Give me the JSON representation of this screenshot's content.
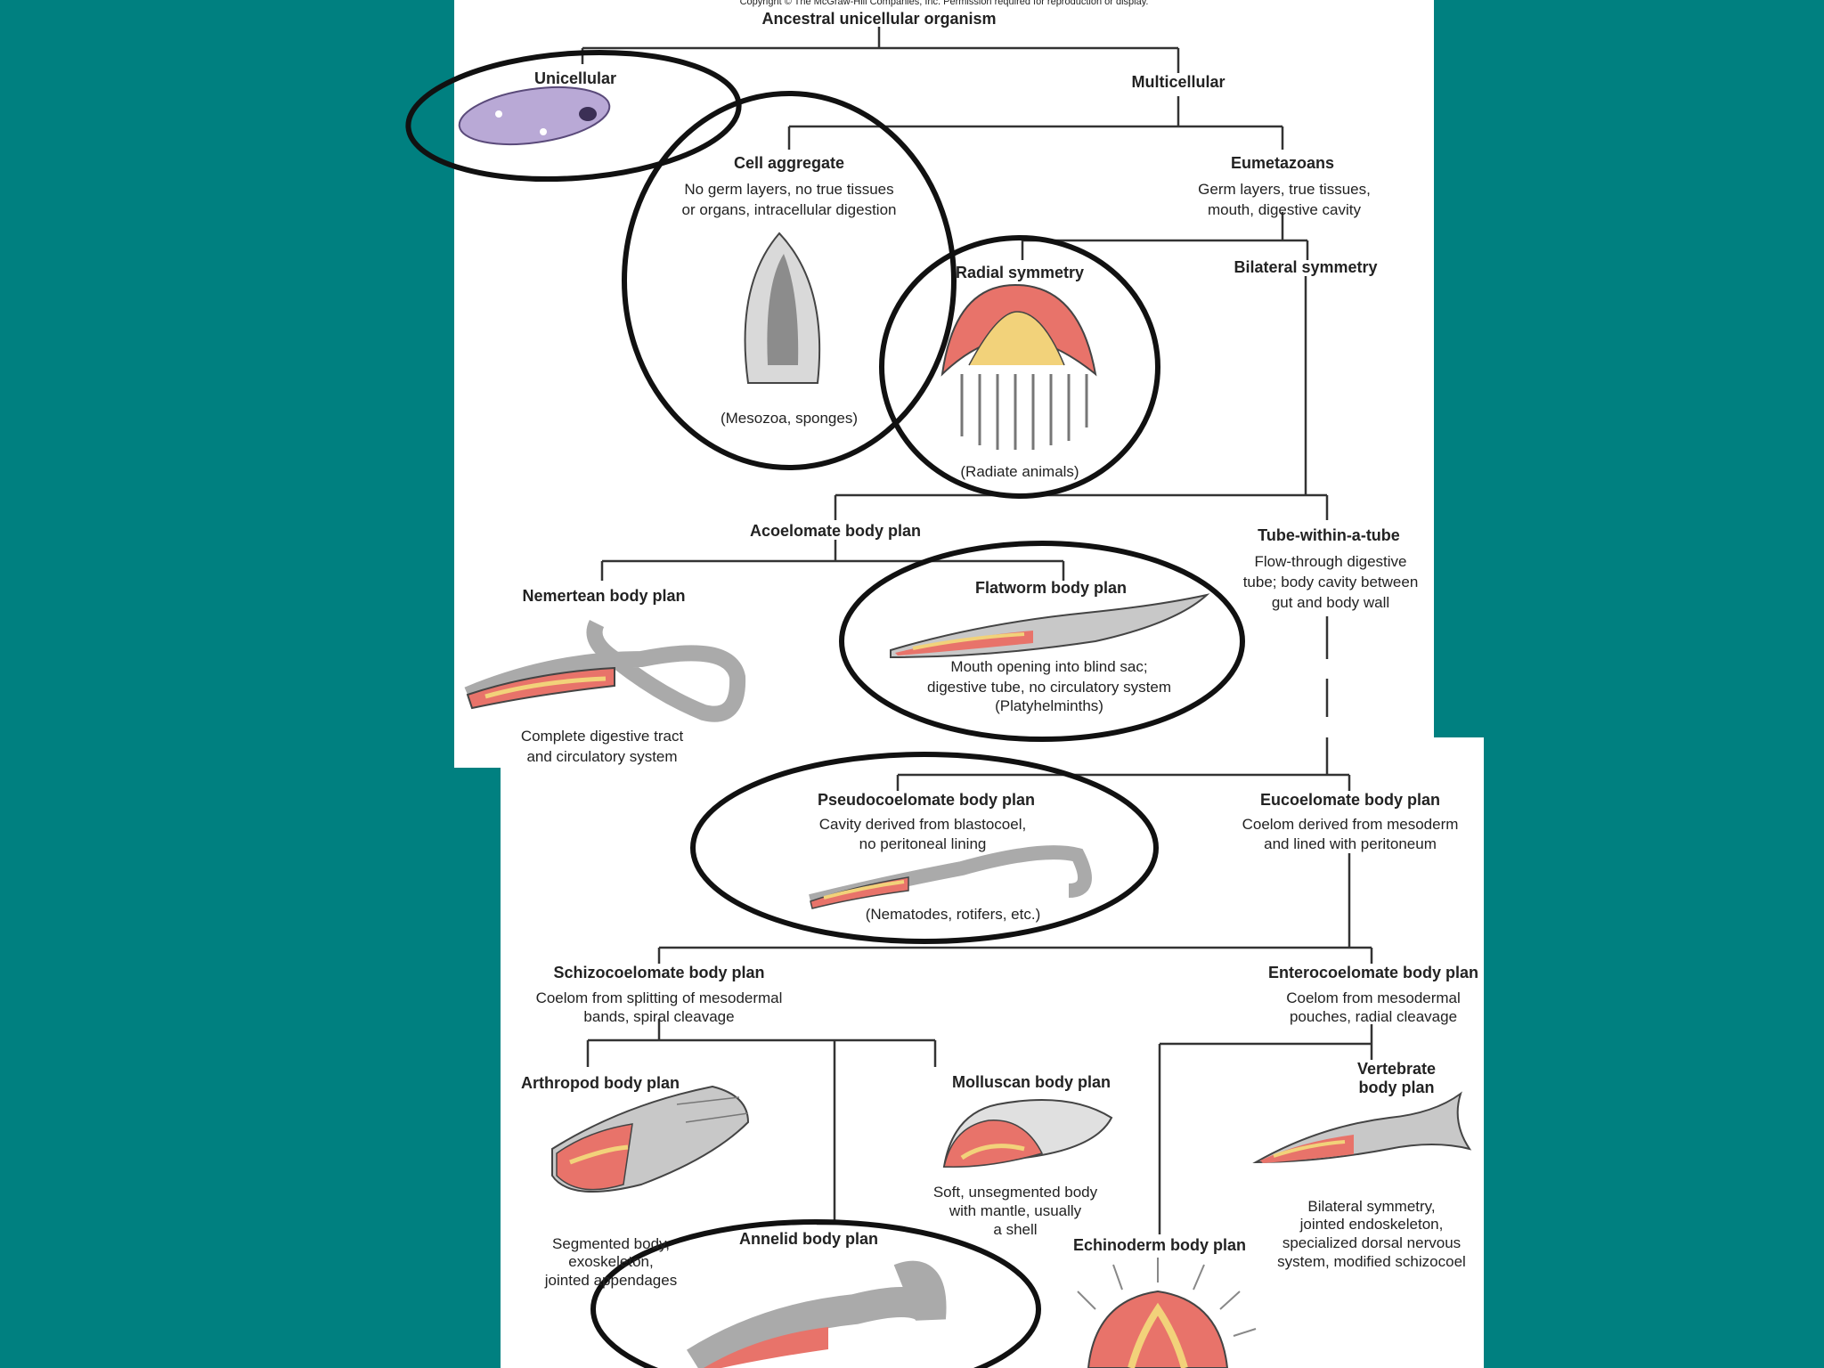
{
  "copyright": "Copyright © The McGraw-Hill Companies, Inc. Permission required for reproduction or display.",
  "nodes": {
    "ancestral": {
      "title": "Ancestral unicellular organism"
    },
    "unicellular": {
      "title": "Unicellular"
    },
    "multicellular": {
      "title": "Multicellular"
    },
    "cell_aggregate": {
      "title": "Cell aggregate",
      "desc1": "No germ layers, no true tissues",
      "desc2": "or organs, intracellular digestion",
      "note": "(Mesozoa, sponges)"
    },
    "eumetazoans": {
      "title": "Eumetazoans",
      "desc1": "Germ layers, true tissues,",
      "desc2": "mouth, digestive cavity"
    },
    "radial": {
      "title": "Radial symmetry",
      "note": "(Radiate animals)"
    },
    "bilateral": {
      "title": "Bilateral symmetry"
    },
    "acoelomate": {
      "title": "Acoelomate body plan"
    },
    "tube": {
      "title": "Tube-within-a-tube",
      "desc1": "Flow-through digestive",
      "desc2": "tube; body cavity between",
      "desc3": "gut and body wall"
    },
    "nemertean": {
      "title": "Nemertean body plan",
      "desc1": "Complete digestive tract",
      "desc2": "and circulatory system"
    },
    "flatworm": {
      "title": "Flatworm body plan",
      "desc1": "Mouth opening into blind sac;",
      "desc2": "digestive tube, no circulatory system",
      "note": "(Platyhelminths)"
    },
    "pseudocoelomate": {
      "title": "Pseudocoelomate body plan",
      "desc1": "Cavity derived from blastocoel,",
      "desc2": "no peritoneal lining",
      "note": "(Nematodes, rotifers, etc.)"
    },
    "eucoelomate": {
      "title": "Eucoelomate body plan",
      "desc1": "Coelom derived from mesoderm",
      "desc2": "and lined with peritoneum"
    },
    "schizocoelomate": {
      "title": "Schizocoelomate body plan",
      "desc1": "Coelom from splitting of mesodermal",
      "desc2": "bands, spiral cleavage"
    },
    "enterocoelomate": {
      "title": "Enterocoelomate body plan",
      "desc1": "Coelom from mesodermal",
      "desc2": "pouches, radial cleavage"
    },
    "arthropod": {
      "title": "Arthropod body plan",
      "desc1": "Segmented body,",
      "desc2": "exoskeleton,",
      "desc3": "jointed appendages"
    },
    "molluscan": {
      "title": "Molluscan body plan",
      "desc1": "Soft, unsegmented body",
      "desc2": "with mantle, usually",
      "desc3": "a shell"
    },
    "vertebrate": {
      "title1": "Vertebrate",
      "title2": "body plan",
      "desc1": "Bilateral symmetry,",
      "desc2": "jointed endoskeleton,",
      "desc3": "specialized dorsal nervous",
      "desc4": "system, modified schizocoel"
    },
    "annelid": {
      "title": "Annelid body plan"
    },
    "echinoderm": {
      "title": "Echinoderm body plan"
    }
  },
  "colors": {
    "background": "#008080",
    "panel": "#ffffff",
    "tissue_red": "#e8736a",
    "gut_yellow": "#f2d27a",
    "body_gray": "#c8c8c8",
    "protist_purple": "#b9a9d6"
  }
}
